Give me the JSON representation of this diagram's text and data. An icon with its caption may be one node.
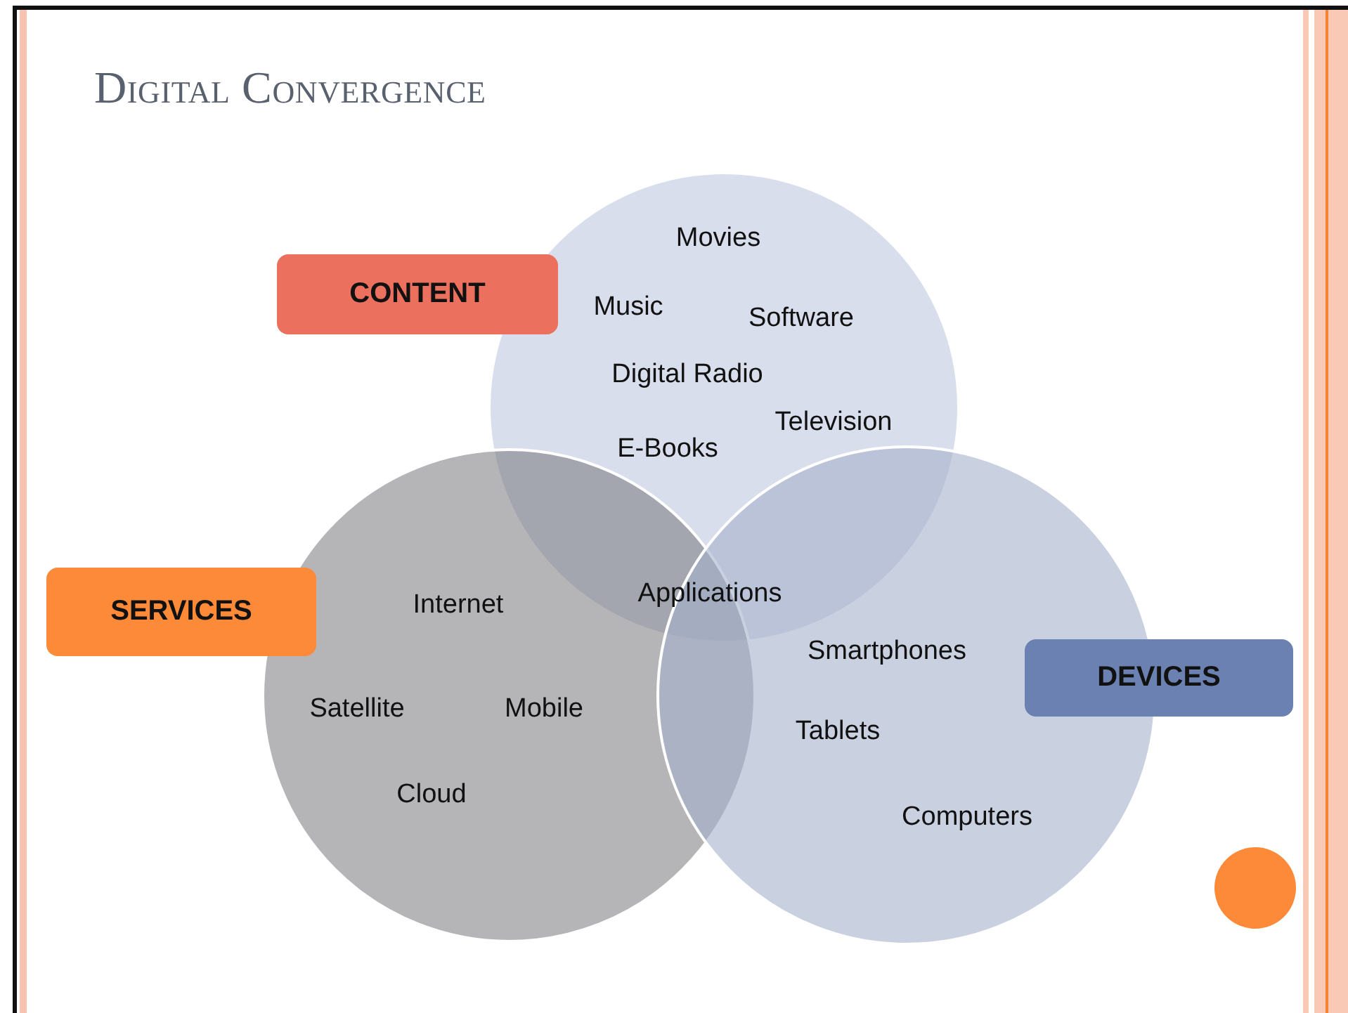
{
  "diagram": {
    "title": "Digital Convergence",
    "nodes": [
      {
        "text": [
          "CONTENT"
        ]
      },
      {
        "text": [
          "Movies",
          "Music",
          "Software",
          "Digital Radio",
          "Television",
          "E-Books"
        ]
      },
      {
        "text": [
          "SERVICES"
        ]
      },
      {
        "text": [
          "Internet",
          "Satellite",
          "Mobile",
          "Cloud"
        ]
      },
      {
        "text": [
          "DEVICES"
        ]
      },
      {
        "text": [
          "Smartphones",
          "Tablets",
          "Computers"
        ]
      }
    ],
    "labels": [
      "Applications"
    ]
  }
}
